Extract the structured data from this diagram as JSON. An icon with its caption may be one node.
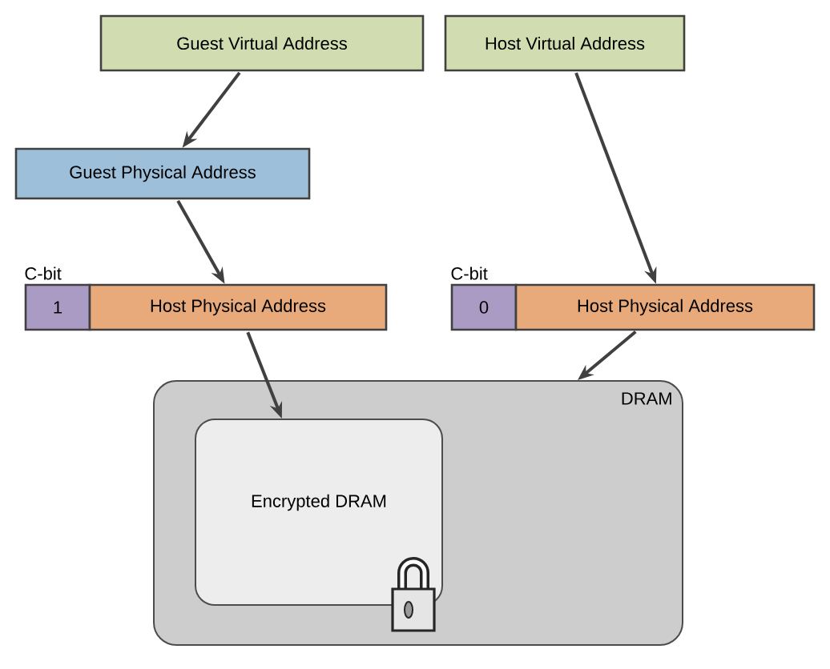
{
  "diagram": {
    "nodes": [
      {
        "text": [
          "Guest Virtual Address"
        ]
      },
      {
        "text": [
          "Host Virtual Address"
        ]
      },
      {
        "text": [
          "Guest Physical Address"
        ]
      },
      {
        "text": [
          "C-bit",
          "1"
        ]
      },
      {
        "text": [
          "Host Physical Address"
        ]
      },
      {
        "text": [
          "C-bit",
          "0"
        ]
      },
      {
        "text": [
          "Host Physical Address"
        ]
      },
      {
        "text": [
          "DRAM"
        ]
      },
      {
        "text": [
          "Encrypted DRAM"
        ],
        "in": 7
      }
    ],
    "edges": [
      {
        "from": 0,
        "to": 2,
        "arrow": "to"
      },
      {
        "from": 2,
        "to": 4,
        "arrow": "to"
      },
      {
        "from": 4,
        "to": 8,
        "arrow": "to"
      },
      {
        "from": 1,
        "to": 6,
        "arrow": "to"
      },
      {
        "from": 6,
        "to": 7,
        "arrow": "to"
      }
    ]
  }
}
